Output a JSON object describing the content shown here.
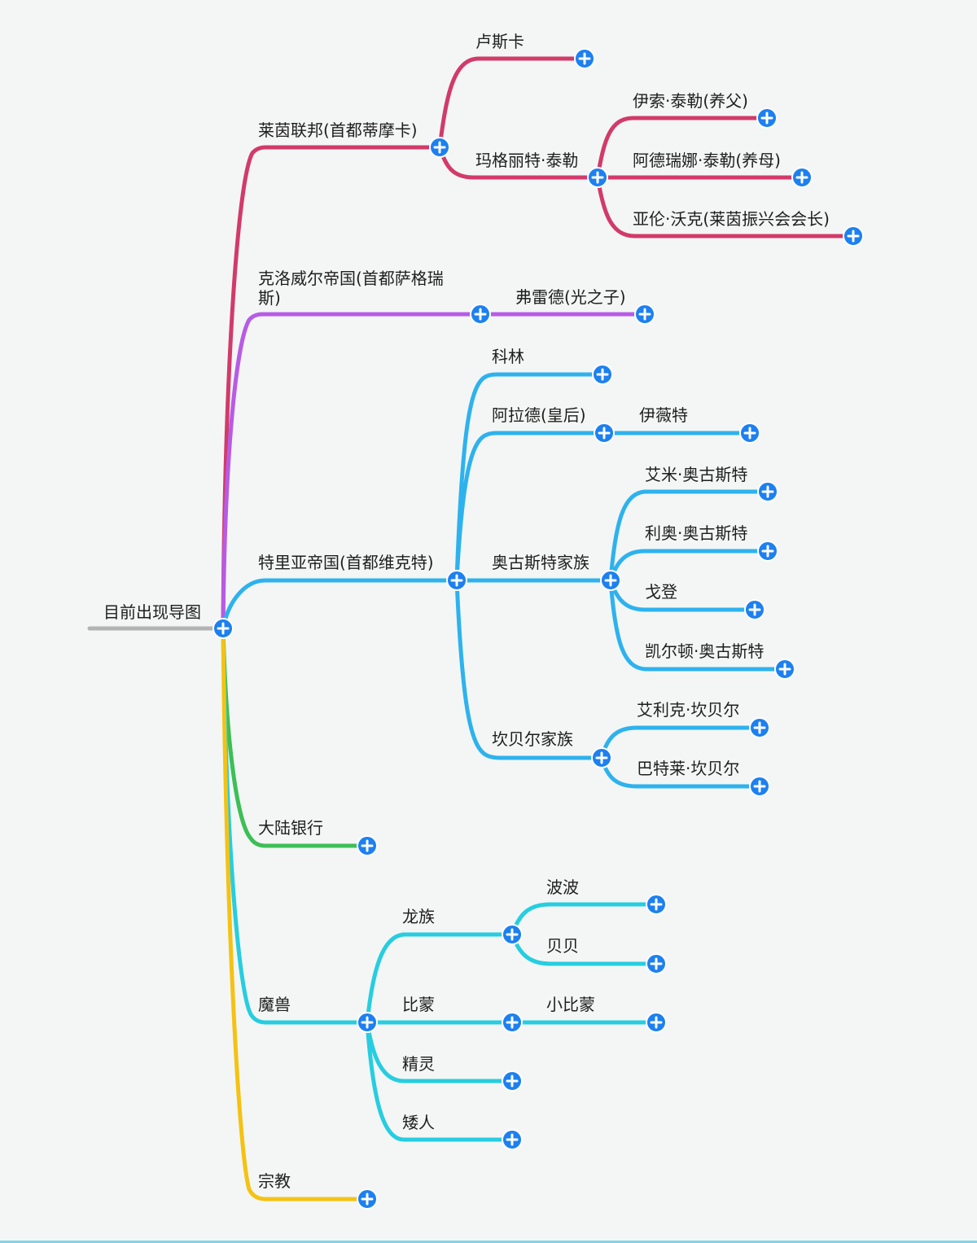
{
  "colors": {
    "background": "#f3f6f4",
    "root": "#b3b3b3",
    "rhine": "#d23a6a",
    "clovis": "#b75be6",
    "teria": "#2eb2ee",
    "bank": "#3cbf56",
    "beasts": "#27cde0",
    "religion": "#f5c212",
    "button": "#1d80f0",
    "text": "#1e1e1e"
  },
  "button_icon": "plus-circle-icon",
  "root": {
    "label": "目前出现导图"
  },
  "branches": {
    "rhine": {
      "label": "莱茵联邦(首都蒂摩卡)",
      "lucas": "卢斯卡",
      "margaret": "玛格丽特·泰勒",
      "isso": "伊索·泰勒(养父)",
      "adelina": "阿德瑞娜·泰勒(养母)",
      "allen": "亚伦·沃克(莱茵振兴会会长)"
    },
    "clovis": {
      "label_line1": "克洛威尔帝国(首都萨格瑞",
      "label_line2": "斯)",
      "fred": "弗雷德(光之子)"
    },
    "teria": {
      "label": "特里亚帝国(首都维克特)",
      "colin": "科林",
      "alad": "阿拉德(皇后)",
      "ivet": "伊薇特",
      "augustus": "奥古斯特家族",
      "amy": "艾米·奥古斯特",
      "leo": "利奥·奥古斯特",
      "gordon": "戈登",
      "kelton": "凯尔顿·奥古斯特",
      "campbell": "坎贝尔家族",
      "eric": "艾利克·坎贝尔",
      "bartley": "巴特莱·坎贝尔"
    },
    "bank": {
      "label": "大陆银行"
    },
    "beasts": {
      "label": "魔兽",
      "dragons": "龙族",
      "bobo": "波波",
      "beibei": "贝贝",
      "bimeng": "比蒙",
      "little_bimeng": "小比蒙",
      "elves": "精灵",
      "dwarves": "矮人"
    },
    "religion": {
      "label": "宗教"
    }
  }
}
